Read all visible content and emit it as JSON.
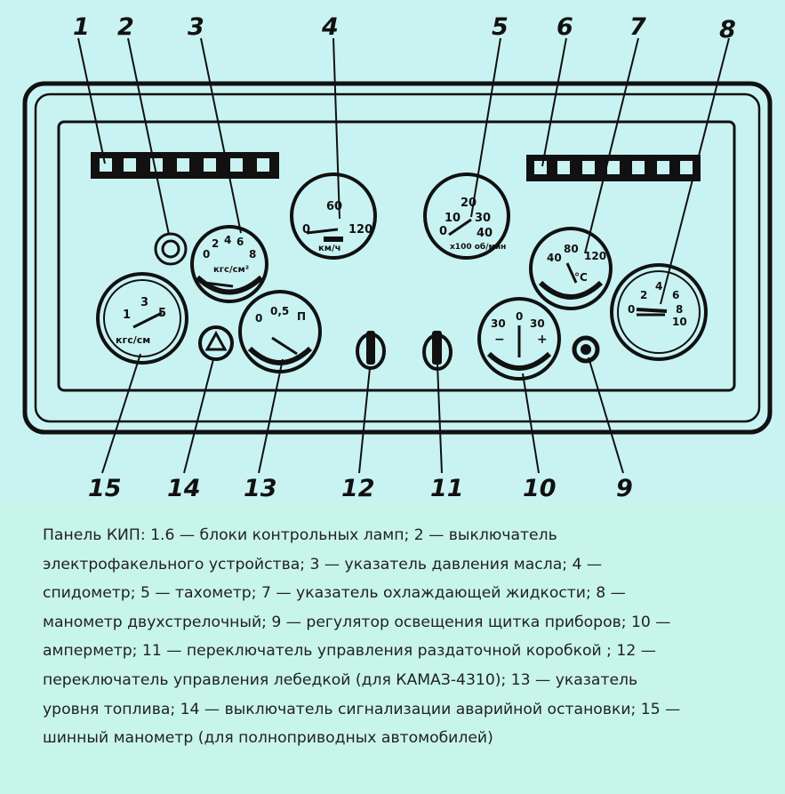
{
  "figure": {
    "callouts": [
      "1",
      "2",
      "3",
      "4",
      "5",
      "6",
      "7",
      "8",
      "9",
      "10",
      "11",
      "12",
      "13",
      "14",
      "15"
    ],
    "gauges": {
      "oil": {
        "scale": [
          "0",
          "2",
          "4",
          "6",
          "8"
        ],
        "unit": "кгс/см²"
      },
      "speedometer": {
        "scale": [
          "0",
          "60",
          "120"
        ],
        "unit": "км/ч"
      },
      "tachometer": {
        "scale": [
          "0",
          "10",
          "20",
          "30",
          "40"
        ],
        "unit": "x100 об/мин"
      },
      "coolant": {
        "scale": [
          "40",
          "80",
          "120"
        ],
        "unit": "°C"
      },
      "manometer": {
        "scale": [
          "0",
          "2",
          "4",
          "6",
          "8",
          "10"
        ]
      },
      "ammeter": {
        "scale": [
          "30",
          "0",
          "30",
          "−",
          "+"
        ]
      },
      "fuel": {
        "scale": [
          "0",
          "0,5",
          "П"
        ]
      },
      "tire": {
        "scale": [
          "1",
          "3",
          "5"
        ],
        "unit": "кгс/см"
      }
    }
  },
  "caption": "Панель КИП: 1.6 — блоки контрольных ламп; 2 — выключатель\nэлектрофакельного устройства; 3 — указатель давления масла; 4 —\nспидометр; 5 — тахометр; 7 — указатель охлаждающей жидкости; 8 —\nманометр двухстрелочный; 9 — регулятор освещения щитка приборов; 10 —\nамперметр; 11 — переключатель управления раздаточной коробкой ; 12 —\nпереключатель управления лебедкой (для КАМАЗ-4310); 13 — указатель\nуровня топлива; 14 — выключатель сигнализации аварийной остановки; 15 —\nшинный манометр (для полноприводных автомобилей)"
}
